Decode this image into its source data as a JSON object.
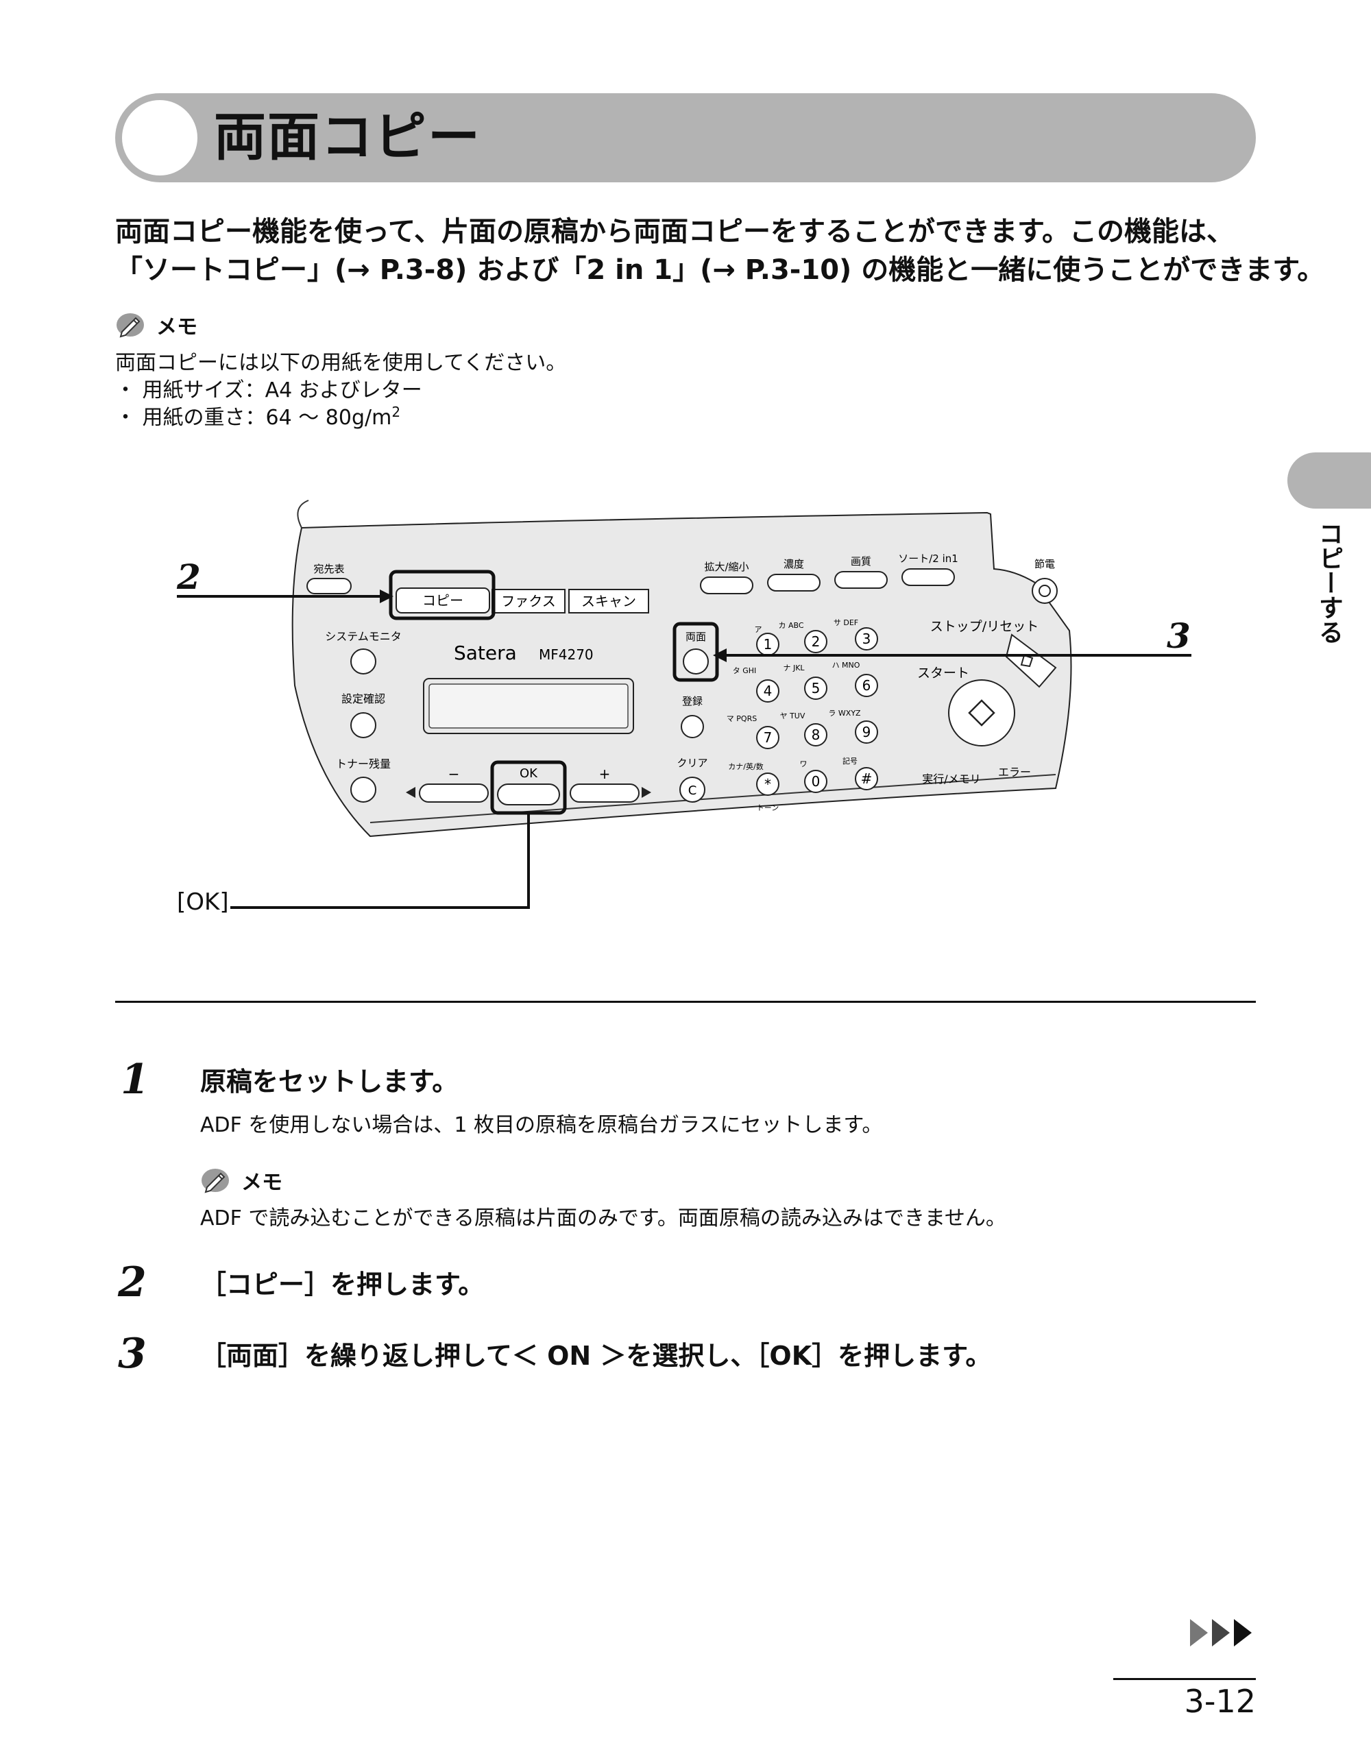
{
  "title": "両面コピー",
  "intro": {
    "line1": "両面コピー機能を使って、片面の原稿から両面コピーをすることができます。この機能は、",
    "line2": "「ソートコピー」(→ P.3-8) および「2 in 1」(→ P.3-10) の機能と一緒に使うことができます。"
  },
  "memo1": {
    "label": "メモ",
    "intro": "両面コピーには以下の用紙を使用してください。",
    "bullet1": "・ 用紙サイズ：A4 およびレター",
    "bullet2": "・ 用紙の重さ：64 〜 80g/m",
    "bullet2_sup": "2"
  },
  "side_tab": "コピーする",
  "diagram": {
    "callout_2": "2",
    "callout_3": "3",
    "ok_callout": "[OK]",
    "panel": {
      "addressbook": "宛先表",
      "copy": "コピー",
      "fax": "ファクス",
      "scan": "スキャン",
      "enlarge_reduce": "拡大/縮小",
      "density": "濃度",
      "quality": "画質",
      "sort_2in1": "ソート/2 in1",
      "energy_save": "節電",
      "system_monitor": "システムモニタ",
      "settings_check": "設定確認",
      "toner_level": "トナー残量",
      "brand": "Satera",
      "model": "MF4270",
      "duplex": "両面",
      "register": "登録",
      "clear": "クリア",
      "stop_reset": "ストップ/リセット",
      "start": "スタート",
      "processing_memory": "実行/メモリ",
      "error": "エラー",
      "ok": "OK",
      "minus": "−",
      "plus": "+",
      "tone": "トーン",
      "keys": [
        {
          "digit": "1",
          "label": "ア"
        },
        {
          "digit": "2",
          "label": "カ ABC"
        },
        {
          "digit": "3",
          "label": "サ DEF"
        },
        {
          "digit": "4",
          "label": "タ GHI"
        },
        {
          "digit": "5",
          "label": "ナ JKL"
        },
        {
          "digit": "6",
          "label": "ハ MNO"
        },
        {
          "digit": "7",
          "label": "マ PQRS"
        },
        {
          "digit": "8",
          "label": "ヤ TUV"
        },
        {
          "digit": "9",
          "label": "ラ WXYZ"
        },
        {
          "digit": "*",
          "label": "カナ/英/数"
        },
        {
          "digit": "0",
          "label": "ワ"
        },
        {
          "digit": "#",
          "label": "記号"
        }
      ]
    }
  },
  "steps": [
    {
      "number": "1",
      "title": "原稿をセットします。",
      "text": "ADF を使用しない場合は、1 枚目の原稿を原稿台ガラスにセットします。"
    },
    {
      "number": "2",
      "title": "［コピー］を押します。"
    },
    {
      "number": "3",
      "title": "［両面］を繰り返し押して＜ ON ＞を選択し、［OK］を押します。"
    }
  ],
  "memo2": {
    "label": "メモ",
    "text": "ADF で読み込むことができる原稿は片面のみです。両面原稿の読み込みはできません。"
  },
  "page_number": "3-12"
}
